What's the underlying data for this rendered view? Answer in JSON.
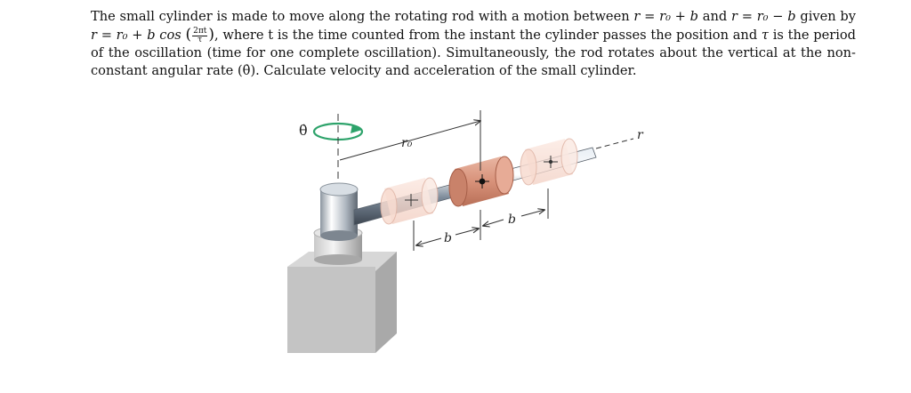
{
  "problem": {
    "s1": "The small cylinder is made to move along the rotating rod with a motion between",
    "e_r1": "r = r₀ + b",
    "s_and": "and",
    "e_r2": "r = r₀ − b",
    "s_given_by": "given by",
    "e_r3": "r = r₀ + b cos",
    "frac_num": "2πt",
    "frac_den": "τ",
    "s2": ", where t is the time counted from the instant the cylinder passes the position and",
    "e_tau": "τ",
    "s3": "is the period of the oscillation (time for one complete oscillation). Simultaneously, the rod rotates about the vertical at the non-constant angular rate",
    "e_thetadot": "(θ̇).",
    "s4": "Calculate velocity and acceleration of the small cylinder."
  },
  "figure": {
    "label_thetadot": "θ̇",
    "label_r0": "r₀",
    "label_r": "r",
    "label_b_left": "b",
    "label_b_right": "b"
  }
}
